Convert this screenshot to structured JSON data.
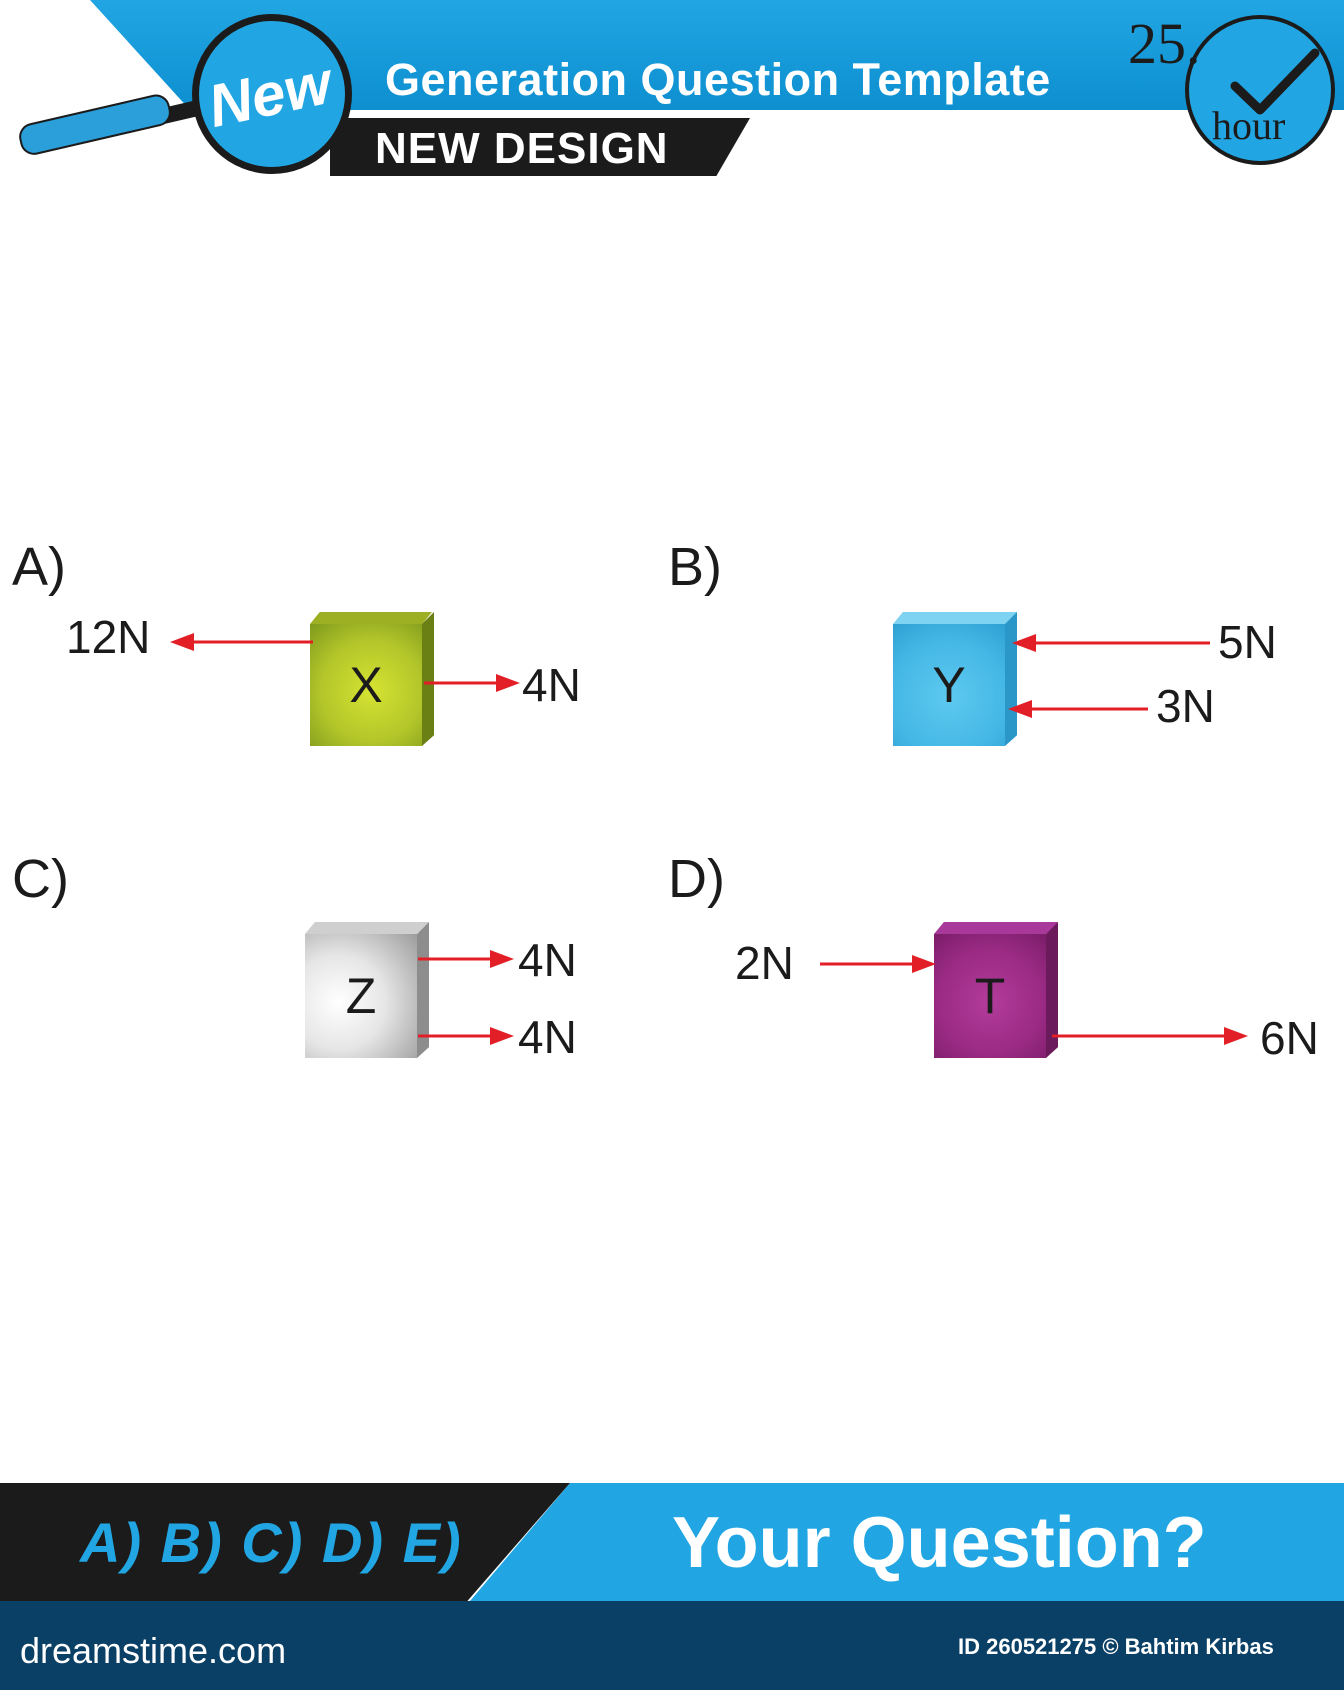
{
  "header": {
    "badge": "New",
    "title": "Generation Question Template",
    "subtitle": "NEW DESIGN",
    "clock_number": "25.",
    "clock_unit": "hour"
  },
  "options": [
    {
      "label": "A)",
      "block": "X",
      "forces": [
        "12N",
        "4N"
      ]
    },
    {
      "label": "B)",
      "block": "Y",
      "forces": [
        "5N",
        "3N"
      ]
    },
    {
      "label": "C)",
      "block": "Z",
      "forces": [
        "4N",
        "4N"
      ]
    },
    {
      "label": "D)",
      "block": "T",
      "forces": [
        "2N",
        "6N"
      ]
    }
  ],
  "footer": {
    "choices": "A) B) C) D) E)",
    "prompt": "Your Question?",
    "brand": "dreamstime.com",
    "credit": "ID 260521275 © Bahtim Kirbas"
  },
  "colors": {
    "accent_blue": "#22a6e3",
    "dark": "#1b1b1b",
    "arrow_red": "#e21e26"
  },
  "icons": [
    "magnifier-icon",
    "clock-icon",
    "check-icon"
  ]
}
